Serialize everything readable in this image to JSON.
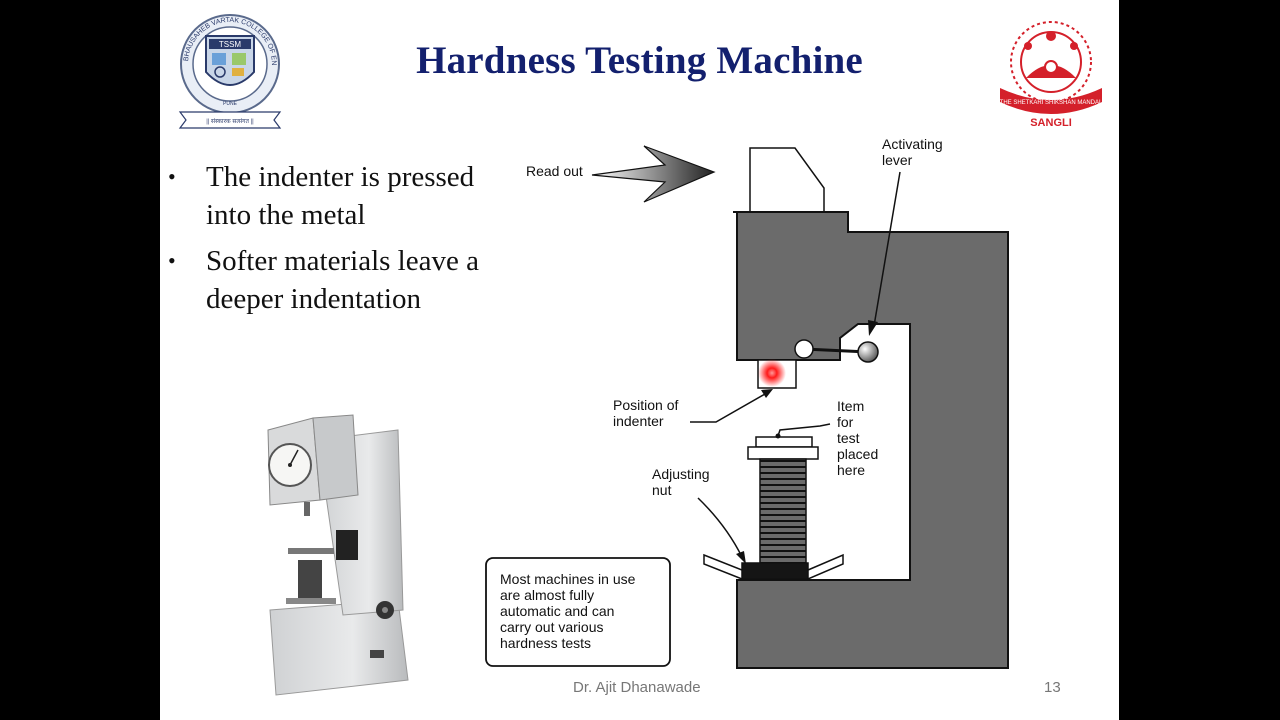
{
  "slide": {
    "title": "Hardness Testing Machine",
    "bullets": [
      "The indenter is pressed into the metal",
      "Softer materials leave a deeper indentation"
    ],
    "author": "Dr. Ajit Dhanawade",
    "page_number": "13"
  },
  "logo_left": {
    "arc_text": "BHAUSAHEB VARTAK COLLEGE OF ENGINEERING AND TECHNOLOGY",
    "shield_text": "TSSM",
    "city": "PUNE",
    "motto": "|| संस्कारक सत्संगत ||"
  },
  "logo_right": {
    "ribbon_text": "THE SHETKARI SHIKSHAN MANDAL",
    "city": "SANGLI"
  },
  "diagram": {
    "labels": {
      "read_out": "Read out",
      "activating_lever_1": "Activating",
      "activating_lever_2": "lever",
      "position_1": "Position of",
      "position_2": "indenter",
      "item_1": "Item",
      "item_2": "for",
      "item_3": "test",
      "item_4": "placed",
      "item_5": "here",
      "adjusting_1": "Adjusting",
      "adjusting_2": "nut"
    },
    "note_lines": [
      "Most machines in use",
      "are almost fully",
      "automatic and can",
      "carry out various",
      "hardness tests"
    ]
  },
  "colors": {
    "title": "#13206e",
    "machine_body": "#6b6b6b",
    "indenter_light": "#ff1a1a",
    "logo_red": "#d4202a"
  }
}
